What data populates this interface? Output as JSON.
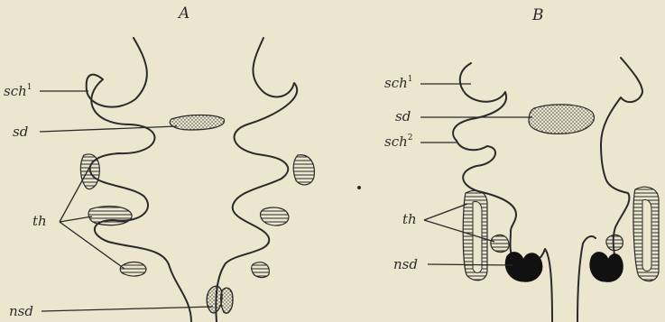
{
  "figure": {
    "panel_a": {
      "title": "A",
      "labels": {
        "sch": "sch",
        "sch_sup": "1",
        "sd": "sd",
        "th": "th",
        "nsd": "nsd"
      }
    },
    "panel_b": {
      "title": "B",
      "labels": {
        "sch1": "sch",
        "sch1_sup": "1",
        "sd": "sd",
        "sch2": "sch",
        "sch2_sup": "2",
        "th": "th",
        "nsd": "nsd"
      }
    }
  },
  "colors": {
    "background": "#ece6cf",
    "ink": "#2a2a2a"
  }
}
